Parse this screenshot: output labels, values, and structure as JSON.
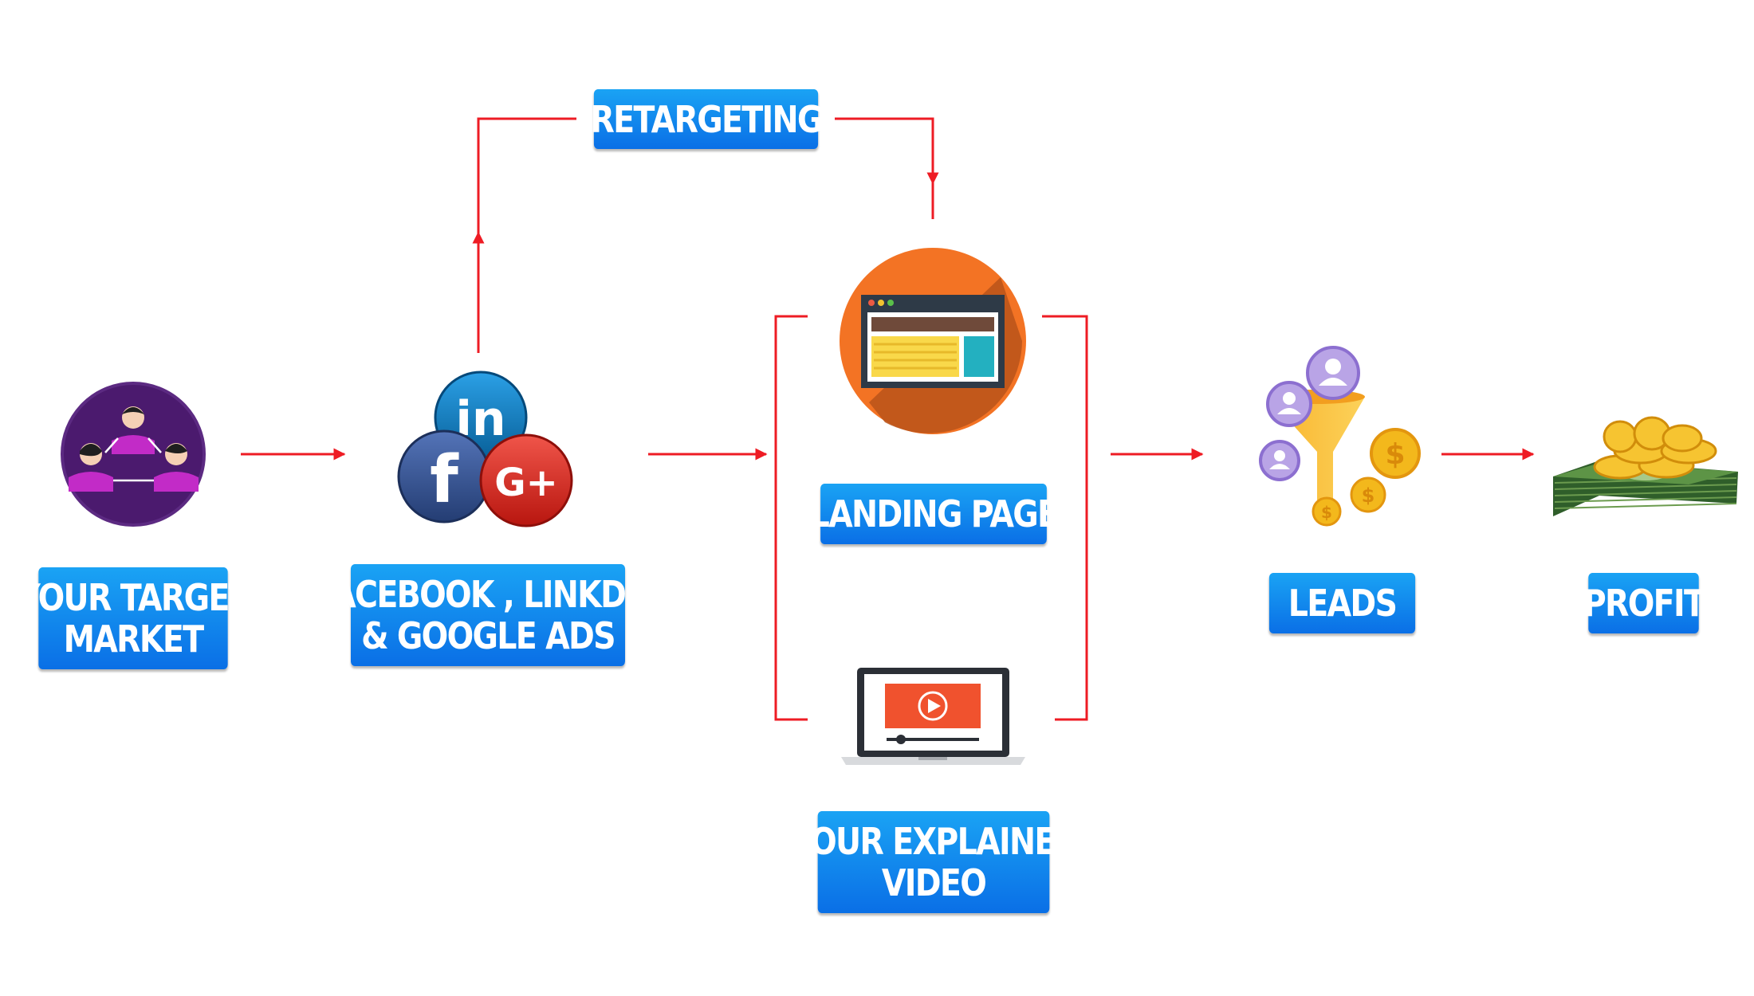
{
  "labels": {
    "target_market": [
      "YOUR TARGET",
      "MARKET"
    ],
    "ads": [
      "FACEBOOK , LINKDIN",
      "& GOOGLE ADS"
    ],
    "retargeting": [
      "RETARGETING"
    ],
    "landing_page": [
      "LANDING PAGE"
    ],
    "explainer_video": [
      "YOUR EXPLAINER",
      "VIDEO"
    ],
    "leads": [
      "LEADS"
    ],
    "profit": [
      "PROFIT"
    ]
  },
  "icons": {
    "target_market": "target-market-people-icon",
    "ads": "social-ads-icon",
    "linkedin_text": "in",
    "facebook_text": "f",
    "google_plus_text": "G+",
    "landing_page": "landing-page-browser-icon",
    "explainer_video": "explainer-video-laptop-icon",
    "leads": "leads-funnel-icon",
    "profit": "profit-money-stack-icon"
  },
  "colors": {
    "arrow": "#ee1c24",
    "label_top": "#1aa3f4",
    "label_bottom": "#0a6fe6",
    "target_circle": "#4b1a6e",
    "person": "#c22bc7",
    "linkedin": "#0a7bbf",
    "facebook": "#3b5a9a",
    "google_plus": "#e0342b",
    "landing_circle": "#f37324",
    "video_red": "#f0522e",
    "funnel": "#f8b32c",
    "coin": "#f3b81c",
    "money": "#2f5e2a"
  }
}
